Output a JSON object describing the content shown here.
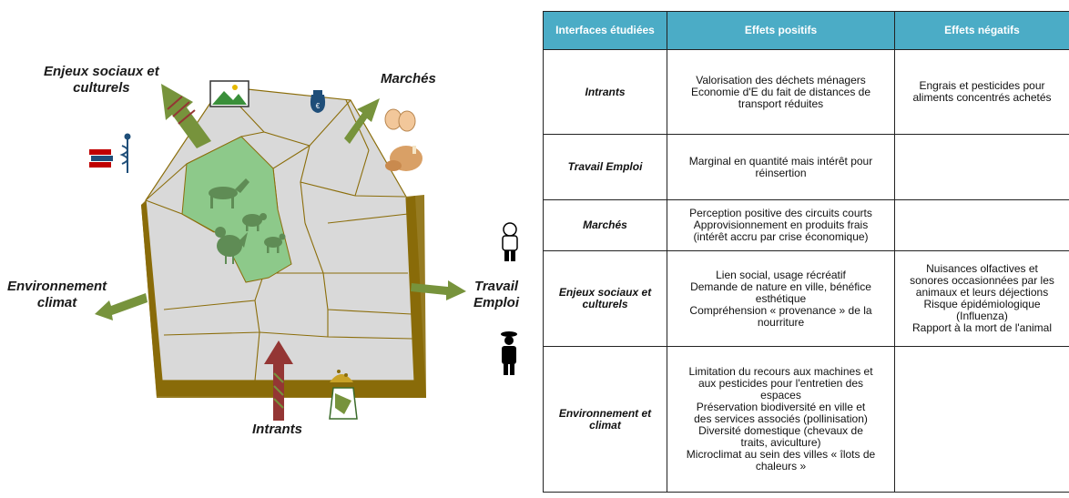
{
  "diagram": {
    "labels": {
      "enjeux": "Enjeux sociaux et\nculturels",
      "marches": "Marchés",
      "environnement": "Environnement\nclimat",
      "travail": "Travail\nEmploi",
      "intrants": "Intrants"
    },
    "colors": {
      "arrow_green": "#77933c",
      "arrow_red": "#943634",
      "pentagon_top": "#d9d9d9",
      "pentagon_side": "#7f6000",
      "pasture": "#8dc98a"
    },
    "icons": [
      "landscape-icon",
      "money-bag-icon",
      "eggs-icon",
      "roast-chicken-icon",
      "books-icon",
      "caduceus-icon",
      "cook-icon",
      "farmer-icon",
      "grain-pile-icon",
      "feed-bag-icon",
      "horse-icon",
      "sheep-icon",
      "goat-icon",
      "hen-icon"
    ]
  },
  "table": {
    "headers": [
      "Interfaces étudiées",
      "Effets positifs",
      "Effets négatifs"
    ],
    "rows": [
      {
        "interface": "Intrants",
        "positive": "Valorisation des déchets ménagers\nEconomie d'E du fait de distances de\ntransport réduites",
        "negative": "Engrais et pesticides pour\naliments concentrés achetés"
      },
      {
        "interface": "Travail Emploi",
        "positive": "Marginal en quantité mais intérêt pour\nréinsertion",
        "negative": ""
      },
      {
        "interface": "Marchés",
        "positive": "Perception positive des circuits courts\nApprovisionnement en produits frais\n(intérêt accru par crise économique)",
        "negative": ""
      },
      {
        "interface": "Enjeux sociaux et\nculturels",
        "positive": "Lien social, usage récréatif\nDemande de nature en ville, bénéfice\nesthétique\nCompréhension « provenance » de la\nnourriture",
        "negative": "Nuisances olfactives et\nsonores occasionnées par les\nanimaux et leurs déjections\nRisque épidémiologique\n(Influenza)\nRapport à la mort de l'animal"
      },
      {
        "interface": "Environnement et\nclimat",
        "positive": "Limitation du recours aux machines et\naux pesticides pour l'entretien des\nespaces\nPréservation biodiversité en ville et\ndes services associés (pollinisation)\nDiversité domestique (chevaux de\ntraits, aviculture)\nMicroclimat au sein des villes « îlots de\nchaleurs »",
        "negative": ""
      }
    ]
  }
}
